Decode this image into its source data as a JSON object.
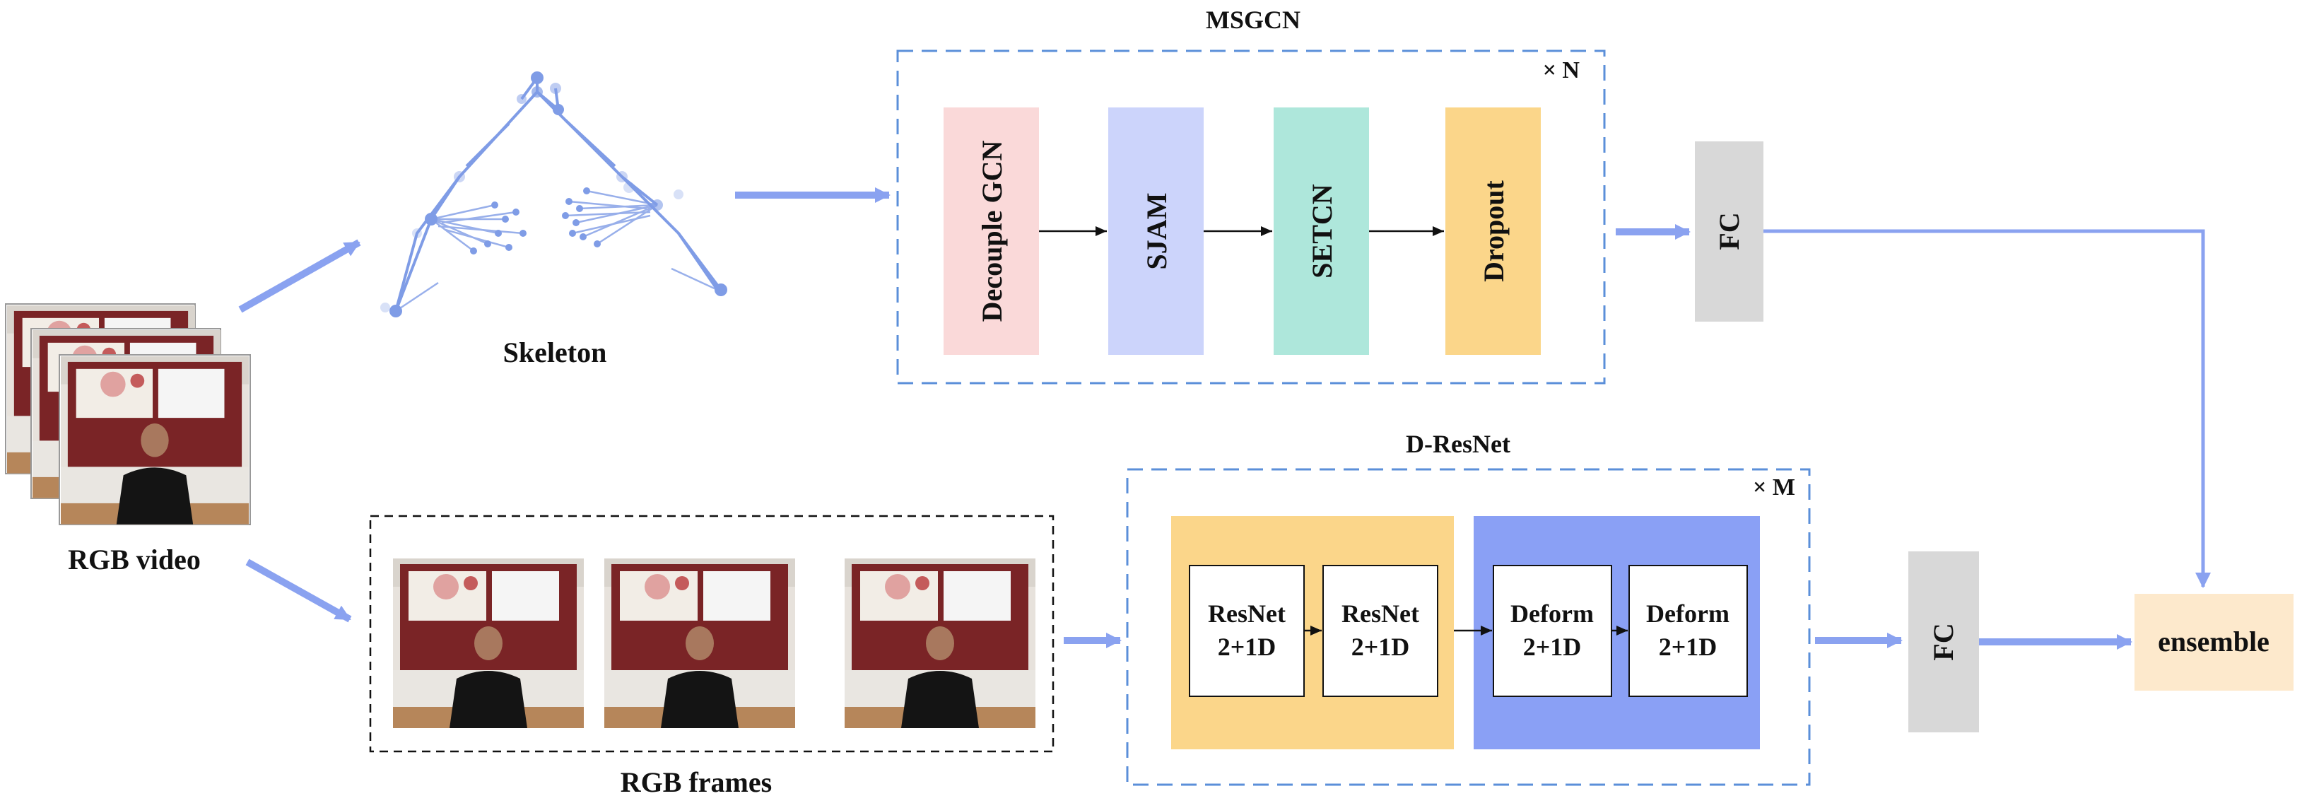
{
  "labels": {
    "msgcn_title": "MSGCN",
    "msgcn_repeat": "× N",
    "dresnet_title": "D-ResNet",
    "dresnet_repeat": "× M",
    "skeleton": "Skeleton",
    "rgb_video": "RGB video",
    "rgb_frames": "RGB frames",
    "ensemble": "ensemble",
    "fc_top": "FC",
    "fc_bottom": "FC"
  },
  "msgcn_blocks": [
    {
      "label": "Decouple GCN",
      "color": "#fad9d9"
    },
    {
      "label": "SJAM",
      "color": "#ccd4fb"
    },
    {
      "label": "SETCN",
      "color": "#aee7db"
    },
    {
      "label": "Dropout",
      "color": "#fbd68a"
    }
  ],
  "dresnet_blocks": [
    {
      "line1": "ResNet",
      "line2": "2+1D"
    },
    {
      "line1": "ResNet",
      "line2": "2+1D"
    },
    {
      "line1": "Deform",
      "line2": "2+1D"
    },
    {
      "line1": "Deform",
      "line2": "2+1D"
    }
  ],
  "colors": {
    "arrow": "#8aa2f0",
    "dash_box": "#5b8fd9",
    "fc": "#d8d8d8",
    "ensemble": "#fde9cc",
    "resnet_group": "#fbd68a",
    "deform_group": "#8aa0f5"
  }
}
